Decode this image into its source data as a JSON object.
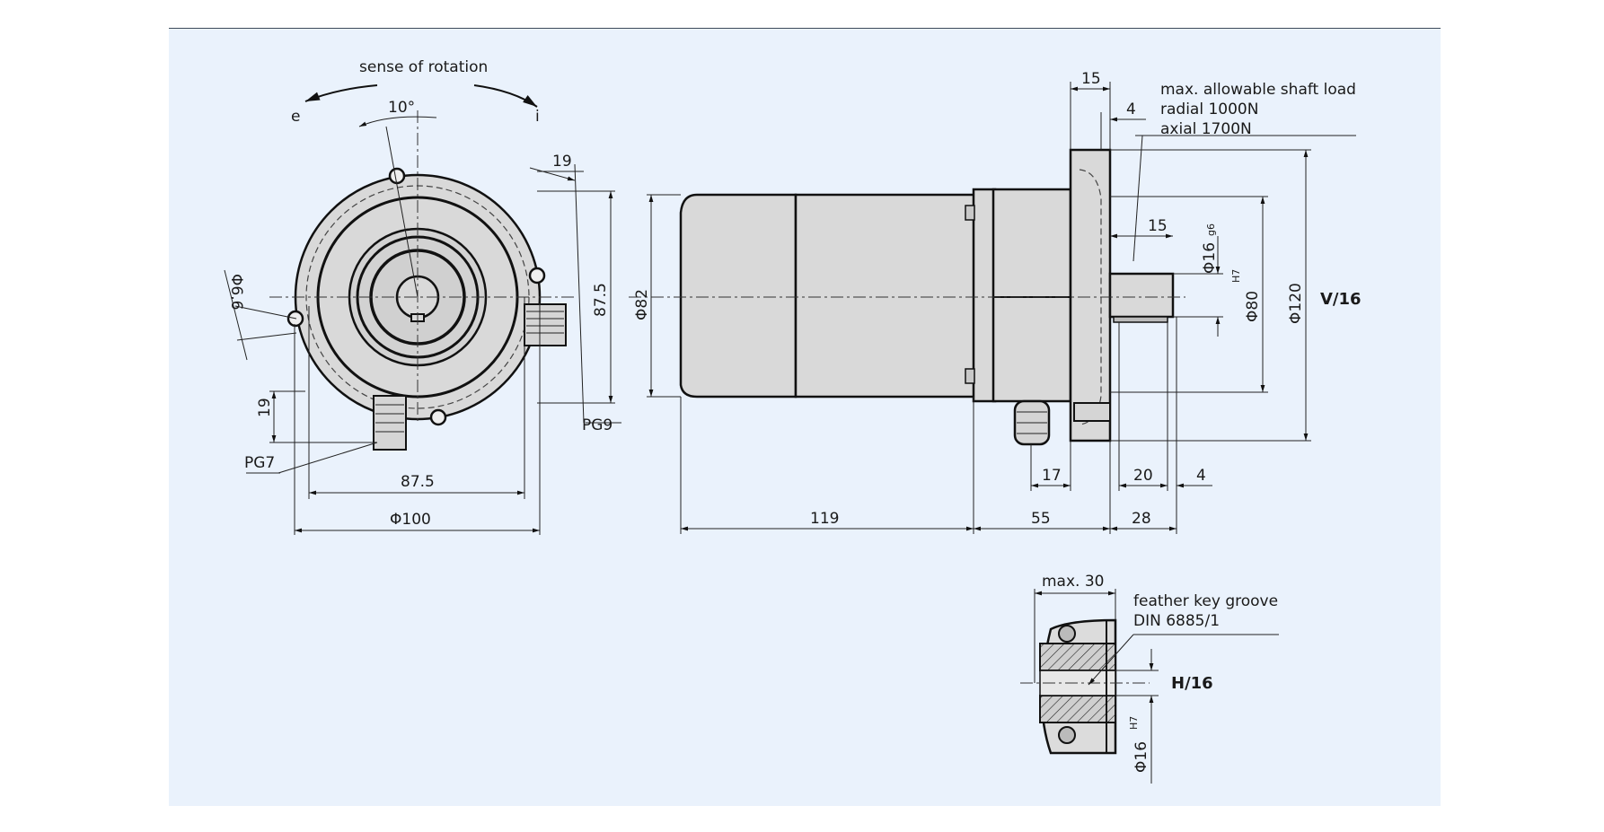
{
  "labels": {
    "rotation": "sense of rotation",
    "e": "e",
    "i": "i",
    "angle": "10°",
    "d19_top": "19",
    "d66": "Φ6.6",
    "d875_v": "87.5",
    "d19_left": "19",
    "pg7": "PG7",
    "pg9": "PG9",
    "d875_h": "87.5",
    "d100": "Φ100",
    "d82": "Φ82",
    "d15_top": "15",
    "d4_top": "4",
    "load1": "max. allowable shaft load",
    "load2": "radial 1000N",
    "load3": "axial 1700N",
    "d15_shaft": "15",
    "d16g6": "Φ16",
    "g6": "g6",
    "h7": "H7",
    "d80": "Φ80",
    "d120": "Φ120",
    "v16": "V/16",
    "d17": "17",
    "d20": "20",
    "d4_bot": "4",
    "d119": "119",
    "d55": "55",
    "d28": "28",
    "max30": "max. 30",
    "groove1": "feather key groove",
    "groove2": "DIN 6885/1",
    "h16": "H/16",
    "d16h7": "Φ16",
    "h7b": "H7"
  }
}
